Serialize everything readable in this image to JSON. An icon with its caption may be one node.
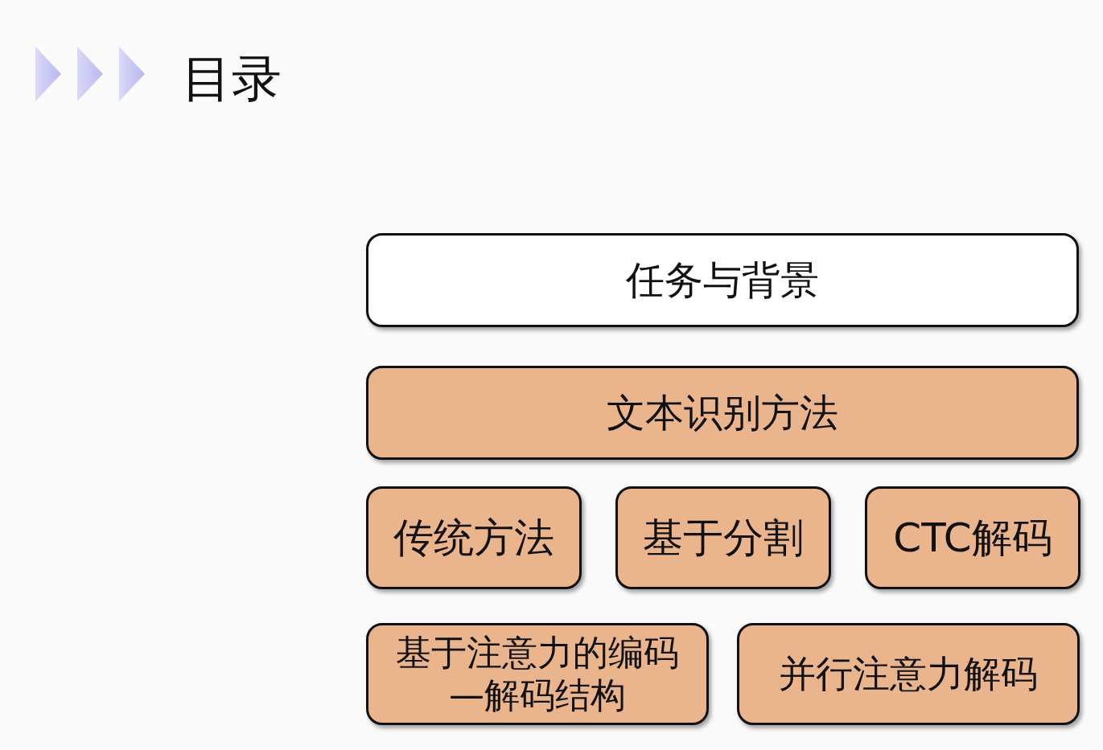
{
  "diagram": {
    "title": "目录",
    "nodes": [
      {
        "text": [
          "任务与背景"
        ]
      },
      {
        "text": [
          "文本识别方法"
        ]
      },
      {
        "text": [
          "传统方法"
        ]
      },
      {
        "text": [
          "基于分割"
        ]
      },
      {
        "text": [
          "CTC解码"
        ]
      },
      {
        "text": [
          "基于注意力的编码—解码结构"
        ]
      },
      {
        "text": [
          "并行注意力解码"
        ]
      }
    ]
  }
}
